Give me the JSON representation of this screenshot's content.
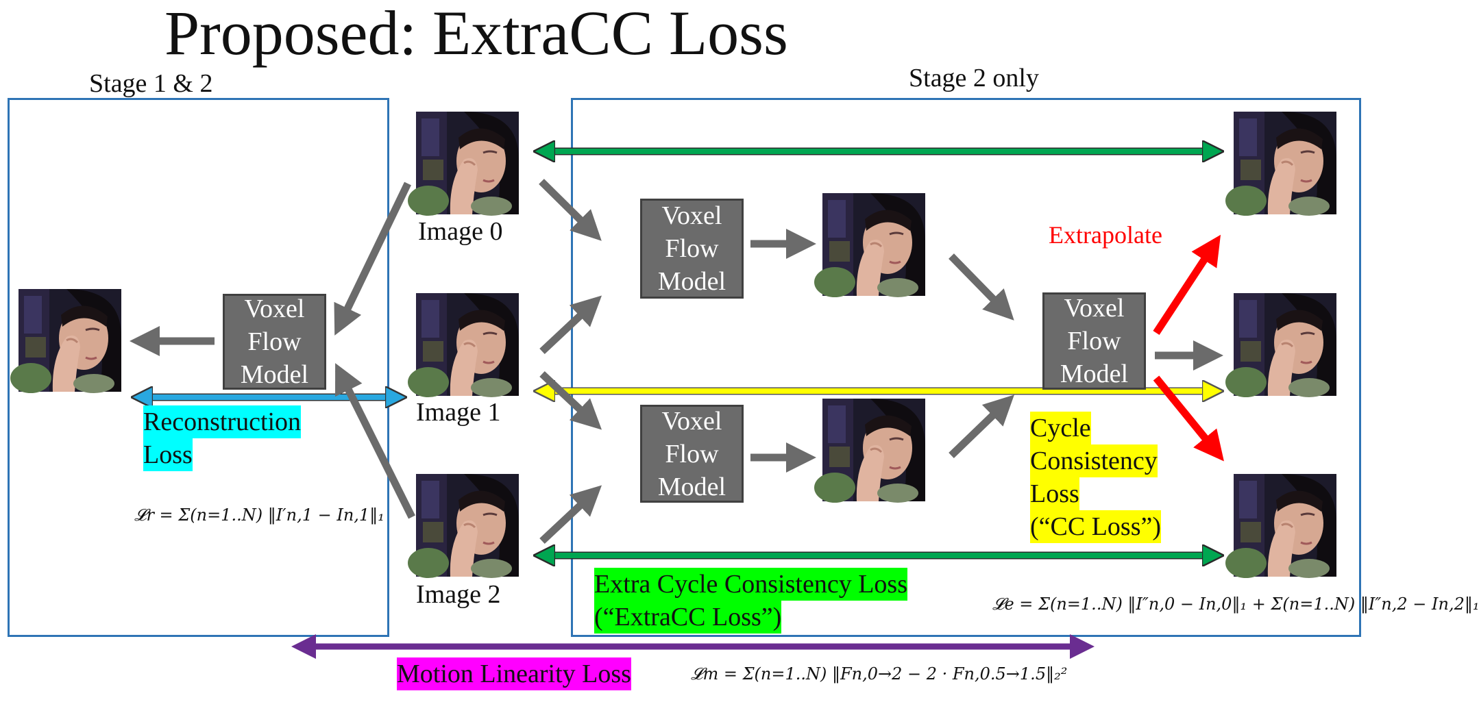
{
  "title": "Proposed: ExtraCC Loss",
  "stage_left": "Stage 1 & 2",
  "stage_right": "Stage 2 only",
  "model_lines": [
    "Voxel",
    "Flow",
    "Model"
  ],
  "inputs": {
    "image0": "Image 0",
    "image1": "Image 1",
    "image2": "Image 2"
  },
  "extrapolate": "Extrapolate",
  "losses": {
    "reconstruction": [
      "Reconstruction",
      "Loss"
    ],
    "cycle": [
      "Cycle",
      "Consistency",
      "Loss",
      "(“CC Loss”)"
    ],
    "extra": [
      "Extra Cycle Consistency Loss",
      "(“ExtraCC Loss”)"
    ],
    "motion": "Motion Linearity Loss"
  },
  "formulas": {
    "lr": "𝓛r = Σ(n=1..N) ‖I′n,1 − In,1‖₁",
    "le": "𝓛e = Σ(n=1..N) ‖I″n,0 − In,0‖₁ + Σ(n=1..N) ‖I″n,2 − In,2‖₁",
    "lm": "𝓛m = Σ(n=1..N) ‖Fn,0→2 − 2 · Fn,0.5→1.5‖₂²"
  },
  "colors": {
    "stage_border": "#2e74b5",
    "arrow_gray": "#6b6b6b",
    "recon_arrow": "#29a8e0",
    "recon_highlight": "#00ffff",
    "cycle_arrow": "#ffff00",
    "cycle_highlight": "#ffff00",
    "extra_arrow": "#00a651",
    "extra_highlight": "#00ff00",
    "motion_arrow": "#6a2d91",
    "motion_highlight": "#ff00ff",
    "extrapolate": "#ff0000"
  },
  "icons": [
    "face-photo",
    "arrow"
  ]
}
